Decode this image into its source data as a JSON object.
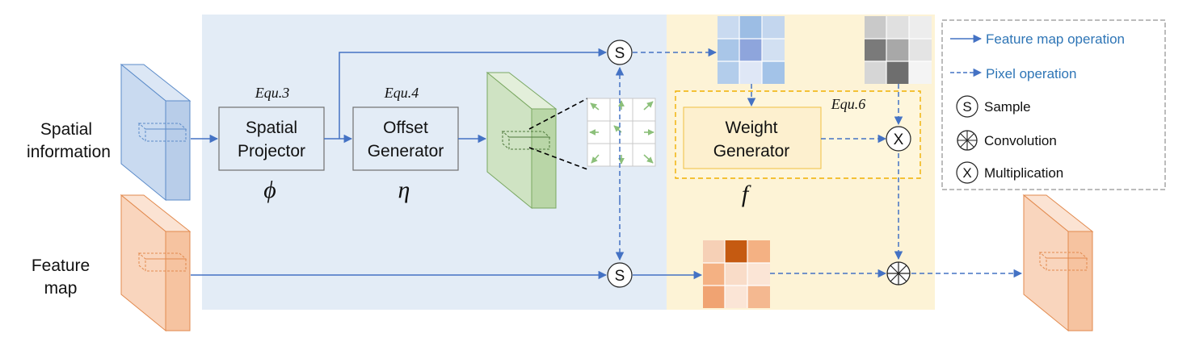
{
  "inputs": {
    "spatial_line1": "Spatial",
    "spatial_line2": "information",
    "feature_line1": "Feature",
    "feature_line2": "map"
  },
  "blocks": {
    "spatial_projector": {
      "equation": "Equ.3",
      "line1": "Spatial",
      "line2": "Projector",
      "symbol": "ϕ"
    },
    "offset_generator": {
      "equation": "Equ.4",
      "line1": "Offset",
      "line2": "Generator",
      "symbol": "η"
    },
    "weight_generator": {
      "equation": "Equ.6",
      "line1": "Weight",
      "line2": "Generator",
      "symbol": "f"
    }
  },
  "nodes": {
    "sample_symbol": "S",
    "multiply_symbol": "X"
  },
  "legend": {
    "feature_map_operation": "Feature map operation",
    "pixel_operation": "Pixel operation",
    "sample": "Sample",
    "convolution": "Convolution",
    "multiplication": "Multiplication"
  },
  "colors": {
    "blue_region": "#e3ecf6",
    "yellow_region": "#fdf3d6",
    "arrow_blue": "#4472c4",
    "spatial_slab": "#c9daf0",
    "offset_slab": "#cfe3c3",
    "feature_slab": "#f9d5bd",
    "legend_text": "#2e75b6"
  }
}
